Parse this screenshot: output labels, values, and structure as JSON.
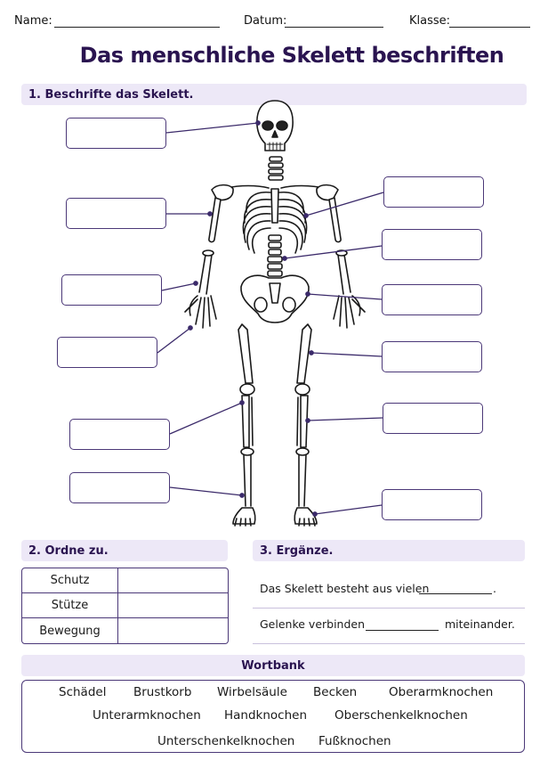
{
  "header": {
    "name_label": "Name:",
    "date_label": "Datum:",
    "class_label": "Klasse:"
  },
  "title": "Das menschliche Skelett beschriften",
  "section1": {
    "title": "1. Beschrifte das Skelett."
  },
  "section2": {
    "title": "2. Ordne zu.",
    "rows": [
      "Schutz",
      "Stütze",
      "Bewegung"
    ]
  },
  "section3": {
    "title": "3. Ergänze.",
    "sentence1_start": "Das Skelett besteht aus vielen",
    "sentence1_end": ".",
    "sentence2_start": "Gelenke verbinden",
    "sentence2_end": "miteinander."
  },
  "wordbank": {
    "title": "Wortbank",
    "words": [
      "Schädel",
      "Brustkorb",
      "Wirbelsäule",
      "Becken",
      "Oberarmknochen",
      "Unterarmknochen",
      "Handknochen",
      "Oberschenkelknochen",
      "Unterschenkelknochen",
      "Fußknochen"
    ]
  },
  "colors": {
    "accent": "#2a1450",
    "border": "#4b3878",
    "section_bg": "#ede8f7"
  }
}
